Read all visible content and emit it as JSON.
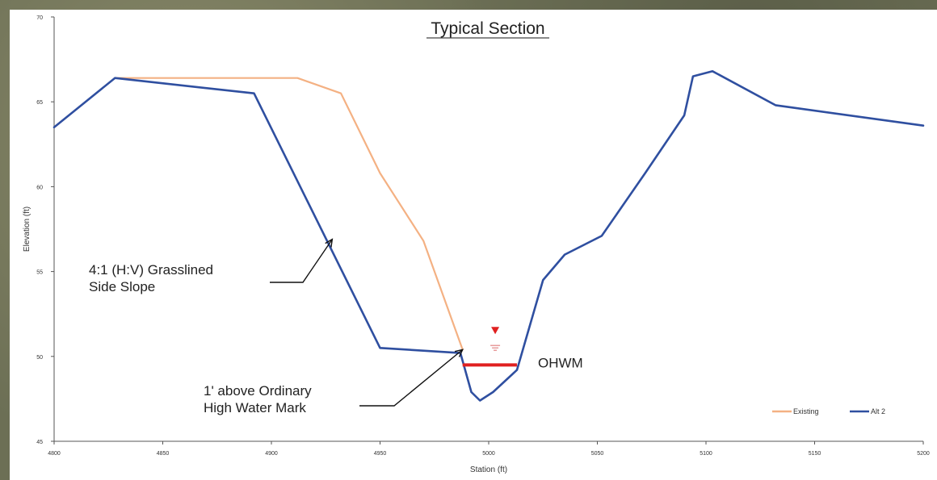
{
  "chart_data": {
    "type": "line",
    "title": "Typical Section",
    "xlabel": "Station (ft)",
    "ylabel": "Elevation (ft)",
    "xlim": [
      4800,
      5200
    ],
    "ylim": [
      45,
      70
    ],
    "x_ticks": [
      "4800",
      "4850",
      "4900",
      "4950",
      "5000",
      "5050",
      "5100",
      "5150",
      "5200"
    ],
    "y_ticks": [
      "45",
      "50",
      "55",
      "60",
      "65",
      "70"
    ],
    "series": [
      {
        "name": "Existing",
        "color": "#f4b183",
        "points": [
          [
            4828,
            66.4
          ],
          [
            4912,
            66.4
          ],
          [
            4932,
            65.5
          ],
          [
            4950,
            60.8
          ],
          [
            4970,
            56.8
          ],
          [
            4988,
            50.4
          ]
        ]
      },
      {
        "name": "Alt 2",
        "color": "#2f4fa0",
        "points": [
          [
            4800,
            63.5
          ],
          [
            4828,
            66.4
          ],
          [
            4892,
            65.5
          ],
          [
            4950,
            50.5
          ],
          [
            4987,
            50.2
          ],
          [
            4992,
            47.9
          ],
          [
            4996,
            47.4
          ],
          [
            5002,
            47.9
          ],
          [
            5013,
            49.2
          ],
          [
            5025,
            54.5
          ],
          [
            5035,
            56.0
          ],
          [
            5052,
            57.1
          ],
          [
            5072,
            60.8
          ],
          [
            5090,
            64.2
          ],
          [
            5094,
            66.5
          ],
          [
            5103,
            66.8
          ],
          [
            5132,
            64.8
          ],
          [
            5200,
            63.6
          ]
        ]
      }
    ],
    "ohwm": {
      "label": "OHWM",
      "x_start": 4988,
      "x_end": 5013,
      "y": 49.5,
      "color": "#e02020"
    },
    "water_symbol": {
      "x": 5003,
      "y": 50.5,
      "color": "#e02020"
    },
    "annotations": [
      {
        "lines": [
          "4:1 (H:V) Grasslined",
          "Side Slope"
        ],
        "target": [
          4928,
          56.9
        ]
      },
      {
        "lines": [
          "1' above Ordinary",
          "High Water Mark"
        ],
        "target": [
          4988,
          50.4
        ]
      }
    ],
    "legend_position": "bottom-right",
    "grid": false
  }
}
